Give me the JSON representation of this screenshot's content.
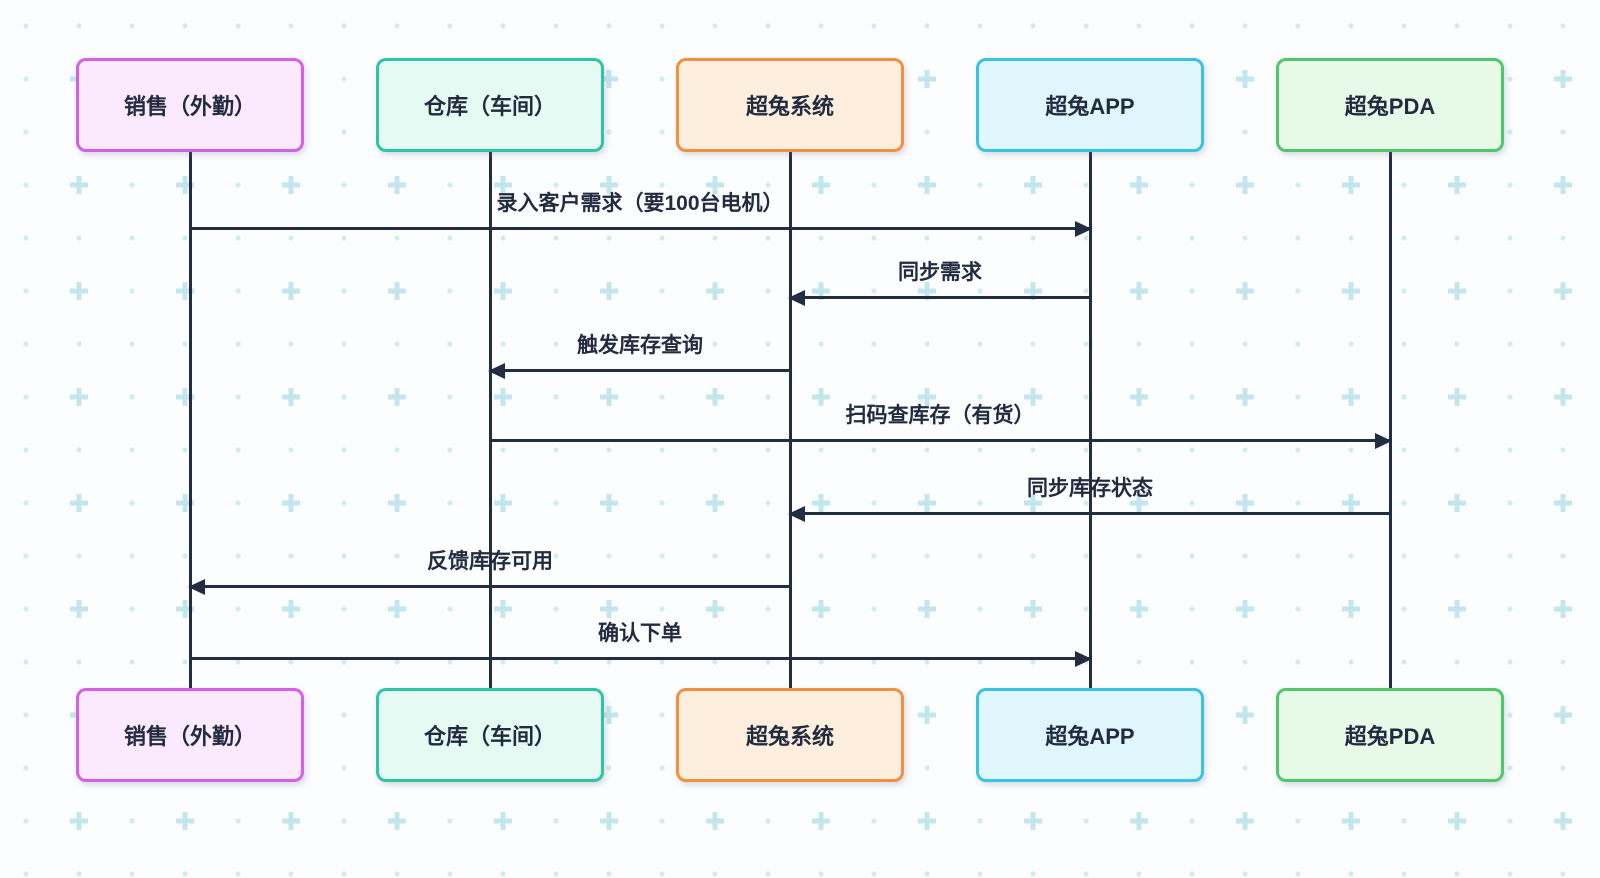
{
  "diagram": {
    "type": "sequence-diagram",
    "line_color": "#232d42",
    "text_color": "#222b3f",
    "background_color": "#fcfdfe",
    "pattern": {
      "dot_color": "#d4ebee",
      "plus_color": "#c3e6ec"
    },
    "actors": [
      {
        "id": "sales",
        "label": "销售（外勤）",
        "bg": "#fbeafd",
        "border": "#d75fe8"
      },
      {
        "id": "warehouse",
        "label": "仓库（车间）",
        "bg": "#e5faf2",
        "border": "#2ec5a5"
      },
      {
        "id": "system",
        "label": "超兔系统",
        "bg": "#fdeede",
        "border": "#f09040"
      },
      {
        "id": "app",
        "label": "超兔APP",
        "bg": "#dff6fc",
        "border": "#38c4e0"
      },
      {
        "id": "pda",
        "label": "超兔PDA",
        "bg": "#e7fae8",
        "border": "#4fc86d"
      }
    ],
    "messages": [
      {
        "label": "录入客户需求（要100台电机）",
        "from": "sales",
        "to": "app"
      },
      {
        "label": "同步需求",
        "from": "app",
        "to": "system"
      },
      {
        "label": "触发库存查询",
        "from": "system",
        "to": "warehouse"
      },
      {
        "label": "扫码查库存（有货）",
        "from": "warehouse",
        "to": "pda"
      },
      {
        "label": "同步库存状态",
        "from": "pda",
        "to": "system"
      },
      {
        "label": "反馈库存可用",
        "from": "system",
        "to": "sales"
      },
      {
        "label": "确认下单",
        "from": "sales",
        "to": "app"
      }
    ]
  }
}
